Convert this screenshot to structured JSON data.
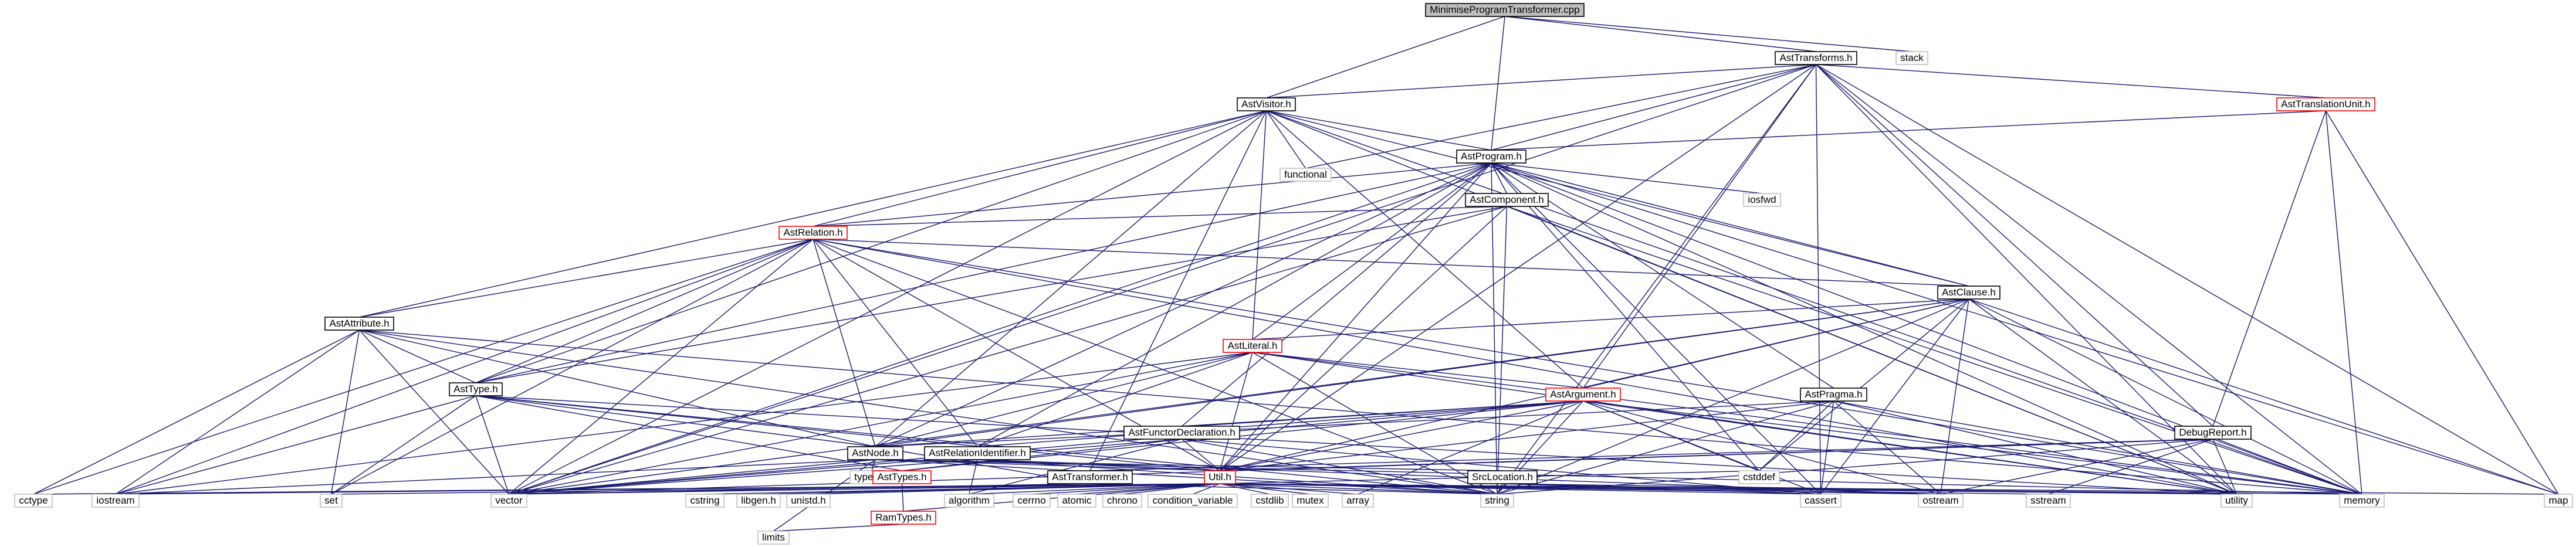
{
  "title": "MinimiseProgramTransformer.cpp",
  "colors": {
    "edge": "#191970",
    "root_fill": "#bfbfbf",
    "missing_border": "#ff0000",
    "system_border": "#bfbfbf"
  },
  "nodes": [
    {
      "id": "root",
      "label": "MinimiseProgramTransformer.cpp",
      "kind": "root"
    },
    {
      "id": "transforms",
      "label": "AstTransforms.h",
      "kind": "local"
    },
    {
      "id": "stack",
      "label": "stack",
      "kind": "sys"
    },
    {
      "id": "visitor",
      "label": "AstVisitor.h",
      "kind": "local"
    },
    {
      "id": "tunit",
      "label": "AstTranslationUnit.h",
      "kind": "red"
    },
    {
      "id": "functional",
      "label": "functional",
      "kind": "sys"
    },
    {
      "id": "program",
      "label": "AstProgram.h",
      "kind": "local"
    },
    {
      "id": "iosfwd",
      "label": "iosfwd",
      "kind": "sys"
    },
    {
      "id": "component",
      "label": "AstComponent.h",
      "kind": "local"
    },
    {
      "id": "relation",
      "label": "AstRelation.h",
      "kind": "red"
    },
    {
      "id": "clause",
      "label": "AstClause.h",
      "kind": "local"
    },
    {
      "id": "attribute",
      "label": "AstAttribute.h",
      "kind": "local"
    },
    {
      "id": "literal",
      "label": "AstLiteral.h",
      "kind": "red"
    },
    {
      "id": "asttype",
      "label": "AstType.h",
      "kind": "local"
    },
    {
      "id": "argument",
      "label": "AstArgument.h",
      "kind": "red"
    },
    {
      "id": "pragma",
      "label": "AstPragma.h",
      "kind": "local"
    },
    {
      "id": "functor",
      "label": "AstFunctorDeclaration.h",
      "kind": "local"
    },
    {
      "id": "debug",
      "label": "DebugReport.h",
      "kind": "local"
    },
    {
      "id": "node",
      "label": "AstNode.h",
      "kind": "local"
    },
    {
      "id": "relid",
      "label": "AstRelationIdentifier.h",
      "kind": "local"
    },
    {
      "id": "typeinfo",
      "label": "typeinfo",
      "kind": "sys"
    },
    {
      "id": "types",
      "label": "AstTypes.h",
      "kind": "red"
    },
    {
      "id": "transformer",
      "label": "AstTransformer.h",
      "kind": "local"
    },
    {
      "id": "util",
      "label": "Util.h",
      "kind": "red"
    },
    {
      "id": "srcloc",
      "label": "SrcLocation.h",
      "kind": "local"
    },
    {
      "id": "cstddef",
      "label": "cstddef",
      "kind": "sys"
    },
    {
      "id": "cctype",
      "label": "cctype",
      "kind": "sys"
    },
    {
      "id": "iostream",
      "label": "iostream",
      "kind": "sys"
    },
    {
      "id": "set",
      "label": "set",
      "kind": "sys"
    },
    {
      "id": "vector",
      "label": "vector",
      "kind": "sys"
    },
    {
      "id": "cstring",
      "label": "cstring",
      "kind": "sys"
    },
    {
      "id": "libgen",
      "label": "libgen.h",
      "kind": "sys"
    },
    {
      "id": "unistd",
      "label": "unistd.h",
      "kind": "sys"
    },
    {
      "id": "ramtypes",
      "label": "RamTypes.h",
      "kind": "red"
    },
    {
      "id": "algorithm",
      "label": "algorithm",
      "kind": "sys"
    },
    {
      "id": "cerrno",
      "label": "cerrno",
      "kind": "sys"
    },
    {
      "id": "atomic",
      "label": "atomic",
      "kind": "sys"
    },
    {
      "id": "chrono",
      "label": "chrono",
      "kind": "sys"
    },
    {
      "id": "condvar",
      "label": "condition_variable",
      "kind": "sys"
    },
    {
      "id": "cstdlib",
      "label": "cstdlib",
      "kind": "sys"
    },
    {
      "id": "mutex",
      "label": "mutex",
      "kind": "sys"
    },
    {
      "id": "array",
      "label": "array",
      "kind": "sys"
    },
    {
      "id": "string",
      "label": "string",
      "kind": "sys"
    },
    {
      "id": "cassert",
      "label": "cassert",
      "kind": "sys"
    },
    {
      "id": "ostream",
      "label": "ostream",
      "kind": "sys"
    },
    {
      "id": "sstream",
      "label": "sstream",
      "kind": "sys"
    },
    {
      "id": "utility",
      "label": "utility",
      "kind": "sys"
    },
    {
      "id": "memory",
      "label": "memory",
      "kind": "sys"
    },
    {
      "id": "map",
      "label": "map",
      "kind": "sys"
    },
    {
      "id": "limits",
      "label": "limits",
      "kind": "sys"
    }
  ],
  "edges": [
    [
      "root",
      "transforms"
    ],
    [
      "root",
      "stack"
    ],
    [
      "root",
      "visitor"
    ],
    [
      "root",
      "program"
    ],
    [
      "transforms",
      "visitor"
    ],
    [
      "transforms",
      "tunit"
    ],
    [
      "transforms",
      "functional"
    ],
    [
      "transforms",
      "program"
    ],
    [
      "transforms",
      "util"
    ],
    [
      "transforms",
      "vector"
    ],
    [
      "transforms",
      "argument"
    ],
    [
      "transforms",
      "debug"
    ],
    [
      "transforms",
      "memory"
    ],
    [
      "transforms",
      "utility"
    ],
    [
      "transforms",
      "string"
    ],
    [
      "transforms",
      "map"
    ],
    [
      "transforms",
      "cassert"
    ],
    [
      "visitor",
      "program"
    ],
    [
      "visitor",
      "functional"
    ],
    [
      "visitor",
      "relation"
    ],
    [
      "visitor",
      "clause"
    ],
    [
      "visitor",
      "attribute"
    ],
    [
      "visitor",
      "literal"
    ],
    [
      "visitor",
      "asttype"
    ],
    [
      "visitor",
      "argument"
    ],
    [
      "visitor",
      "node"
    ],
    [
      "visitor",
      "transformer"
    ],
    [
      "visitor",
      "vector"
    ],
    [
      "visitor",
      "memory"
    ],
    [
      "visitor",
      "utility"
    ],
    [
      "tunit",
      "program"
    ],
    [
      "tunit",
      "debug"
    ],
    [
      "tunit",
      "memory"
    ],
    [
      "tunit",
      "map"
    ],
    [
      "program",
      "component"
    ],
    [
      "program",
      "relation"
    ],
    [
      "program",
      "clause"
    ],
    [
      "program",
      "iosfwd"
    ],
    [
      "program",
      "pragma"
    ],
    [
      "program",
      "functor"
    ],
    [
      "program",
      "asttype"
    ],
    [
      "program",
      "node"
    ],
    [
      "program",
      "relid"
    ],
    [
      "program",
      "util"
    ],
    [
      "program",
      "literal"
    ],
    [
      "program",
      "vector"
    ],
    [
      "program",
      "string"
    ],
    [
      "program",
      "map"
    ],
    [
      "program",
      "memory"
    ],
    [
      "program",
      "utility"
    ],
    [
      "program",
      "cstddef"
    ],
    [
      "program",
      "cassert"
    ],
    [
      "component",
      "relation"
    ],
    [
      "component",
      "asttype"
    ],
    [
      "component",
      "util"
    ],
    [
      "component",
      "string"
    ],
    [
      "component",
      "vector"
    ],
    [
      "component",
      "memory"
    ],
    [
      "component",
      "utility"
    ],
    [
      "relation",
      "clause"
    ],
    [
      "relation",
      "attribute"
    ],
    [
      "relation",
      "asttype"
    ],
    [
      "relation",
      "node"
    ],
    [
      "relation",
      "relid"
    ],
    [
      "relation",
      "util"
    ],
    [
      "relation",
      "cctype"
    ],
    [
      "relation",
      "set"
    ],
    [
      "relation",
      "vector"
    ],
    [
      "relation",
      "iostream"
    ],
    [
      "relation",
      "string"
    ],
    [
      "relation",
      "memory"
    ],
    [
      "relation",
      "utility"
    ],
    [
      "clause",
      "literal"
    ],
    [
      "clause",
      "argument"
    ],
    [
      "clause",
      "node"
    ],
    [
      "clause",
      "util"
    ],
    [
      "clause",
      "vector"
    ],
    [
      "clause",
      "memory"
    ],
    [
      "clause",
      "utility"
    ],
    [
      "clause",
      "cstddef"
    ],
    [
      "clause",
      "cassert"
    ],
    [
      "clause",
      "ostream"
    ],
    [
      "clause",
      "map"
    ],
    [
      "clause",
      "string"
    ],
    [
      "attribute",
      "asttype"
    ],
    [
      "attribute",
      "node"
    ],
    [
      "attribute",
      "cctype"
    ],
    [
      "attribute",
      "iostream"
    ],
    [
      "attribute",
      "set"
    ],
    [
      "attribute",
      "vector"
    ],
    [
      "attribute",
      "string"
    ],
    [
      "attribute",
      "memory"
    ],
    [
      "literal",
      "argument"
    ],
    [
      "literal",
      "node"
    ],
    [
      "literal",
      "relid"
    ],
    [
      "literal",
      "util"
    ],
    [
      "literal",
      "iostream"
    ],
    [
      "literal",
      "vector"
    ],
    [
      "literal",
      "string"
    ],
    [
      "literal",
      "memory"
    ],
    [
      "literal",
      "utility"
    ],
    [
      "asttype",
      "node"
    ],
    [
      "asttype",
      "types"
    ],
    [
      "asttype",
      "util"
    ],
    [
      "asttype",
      "iostream"
    ],
    [
      "asttype",
      "set"
    ],
    [
      "asttype",
      "vector"
    ],
    [
      "asttype",
      "string"
    ],
    [
      "asttype",
      "utility"
    ],
    [
      "argument",
      "node"
    ],
    [
      "argument",
      "types"
    ],
    [
      "argument",
      "util"
    ],
    [
      "argument",
      "relid"
    ],
    [
      "argument",
      "functor"
    ],
    [
      "argument",
      "cstddef"
    ],
    [
      "argument",
      "vector"
    ],
    [
      "argument",
      "string"
    ],
    [
      "argument",
      "memory"
    ],
    [
      "argument",
      "utility"
    ],
    [
      "argument",
      "array"
    ],
    [
      "argument",
      "cassert"
    ],
    [
      "argument",
      "ostream"
    ],
    [
      "pragma",
      "node"
    ],
    [
      "pragma",
      "util"
    ],
    [
      "pragma",
      "string"
    ],
    [
      "pragma",
      "cassert"
    ],
    [
      "pragma",
      "ostream"
    ],
    [
      "pragma",
      "utility"
    ],
    [
      "pragma",
      "cstddef"
    ],
    [
      "pragma",
      "memory"
    ],
    [
      "functor",
      "types"
    ],
    [
      "functor",
      "util"
    ],
    [
      "functor",
      "algorithm"
    ],
    [
      "functor",
      "string"
    ],
    [
      "functor",
      "vector"
    ],
    [
      "functor",
      "cassert"
    ],
    [
      "debug",
      "transformer"
    ],
    [
      "debug",
      "util"
    ],
    [
      "debug",
      "sstream"
    ],
    [
      "debug",
      "ostream"
    ],
    [
      "debug",
      "string"
    ],
    [
      "debug",
      "vector"
    ],
    [
      "debug",
      "utility"
    ],
    [
      "debug",
      "memory"
    ],
    [
      "node",
      "srcloc"
    ],
    [
      "node",
      "typeinfo"
    ],
    [
      "node",
      "util"
    ],
    [
      "node",
      "vector"
    ],
    [
      "node",
      "string"
    ],
    [
      "node",
      "memory"
    ],
    [
      "node",
      "iostream"
    ],
    [
      "node",
      "limits"
    ],
    [
      "relid",
      "util"
    ],
    [
      "relid",
      "algorithm"
    ],
    [
      "relid",
      "string"
    ],
    [
      "relid",
      "vector"
    ],
    [
      "relid",
      "ostream"
    ],
    [
      "types",
      "ramtypes"
    ],
    [
      "transformer",
      "node"
    ],
    [
      "transformer",
      "vector"
    ],
    [
      "transformer",
      "string"
    ],
    [
      "util",
      "set"
    ],
    [
      "util",
      "cstring"
    ],
    [
      "util",
      "libgen"
    ],
    [
      "util",
      "unistd"
    ],
    [
      "util",
      "ramtypes"
    ],
    [
      "util",
      "algorithm"
    ],
    [
      "util",
      "cerrno"
    ],
    [
      "util",
      "atomic"
    ],
    [
      "util",
      "chrono"
    ],
    [
      "util",
      "condvar"
    ],
    [
      "util",
      "cstdlib"
    ],
    [
      "util",
      "mutex"
    ],
    [
      "util",
      "array"
    ],
    [
      "util",
      "string"
    ],
    [
      "util",
      "cassert"
    ],
    [
      "util",
      "ostream"
    ],
    [
      "util",
      "sstream"
    ],
    [
      "util",
      "utility"
    ],
    [
      "util",
      "memory"
    ],
    [
      "util",
      "map"
    ],
    [
      "util",
      "iostream"
    ],
    [
      "util",
      "vector"
    ],
    [
      "util",
      "cctype"
    ],
    [
      "util",
      "cstddef"
    ],
    [
      "ramtypes",
      "limits"
    ],
    [
      "srcloc",
      "string"
    ],
    [
      "srcloc",
      "cassert"
    ],
    [
      "srcloc",
      "ostream"
    ],
    [
      "srcloc",
      "utility"
    ]
  ]
}
